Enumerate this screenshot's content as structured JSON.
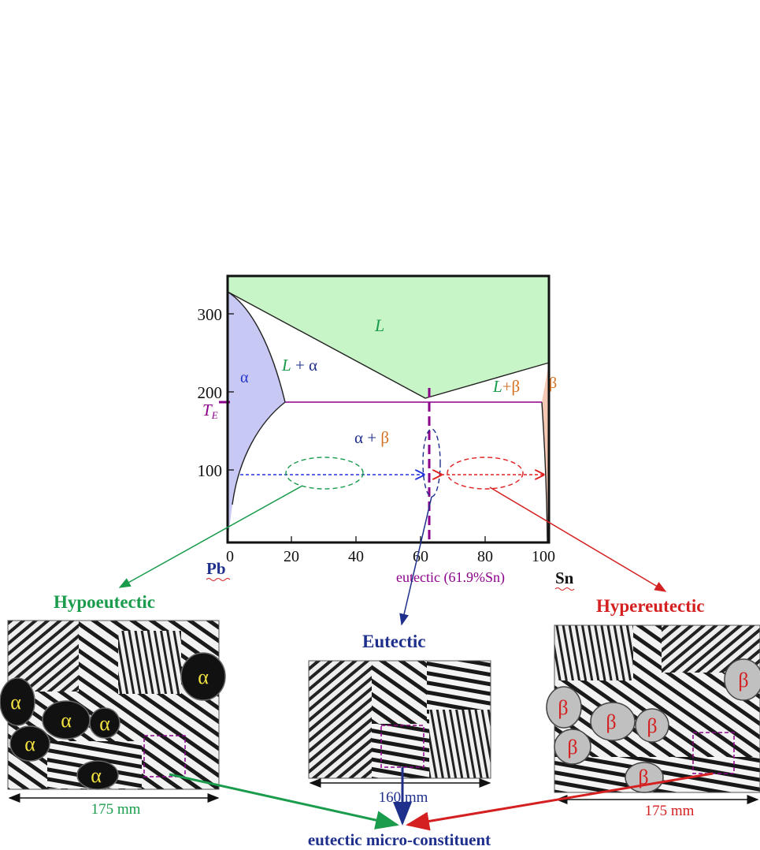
{
  "diagram": {
    "y_ticks": [
      "300",
      "200",
      "100"
    ],
    "x_ticks": [
      "0",
      "20",
      "40",
      "60",
      "80",
      "100"
    ],
    "te_label": "T",
    "te_sub": "E",
    "region_L": "L",
    "region_L_alpha": {
      "l": "L",
      "rest": " + α"
    },
    "region_L_beta": {
      "l": "L",
      "rest": "+β"
    },
    "region_alpha": "α",
    "region_beta": "β",
    "region_alpha_beta": {
      "a": "α",
      "plus": " + ",
      "b": "β"
    },
    "pb_label": "Pb",
    "sn_label": "Sn",
    "eutectic_composition": "eutectic (61.9%Sn)"
  },
  "micrographs": {
    "hypo": {
      "title": "Hypoeutectic",
      "scale": "175 mm",
      "grain_label": "α"
    },
    "eutectic": {
      "title": "Eutectic",
      "scale": "160 mm"
    },
    "hyper": {
      "title": "Hypereutectic",
      "scale": "175 mm",
      "grain_label": "β"
    }
  },
  "bottom_label": "eutectic micro-constituent",
  "colors": {
    "liquid": "#c8f5c8",
    "alpha": "#c8c8f5",
    "beta": "#f5c8b4",
    "eutectic_line": "#8b008b",
    "hypo": "#1a9c4c",
    "eutectic_text": "#1f2f8c",
    "hyper": "#d42020"
  }
}
